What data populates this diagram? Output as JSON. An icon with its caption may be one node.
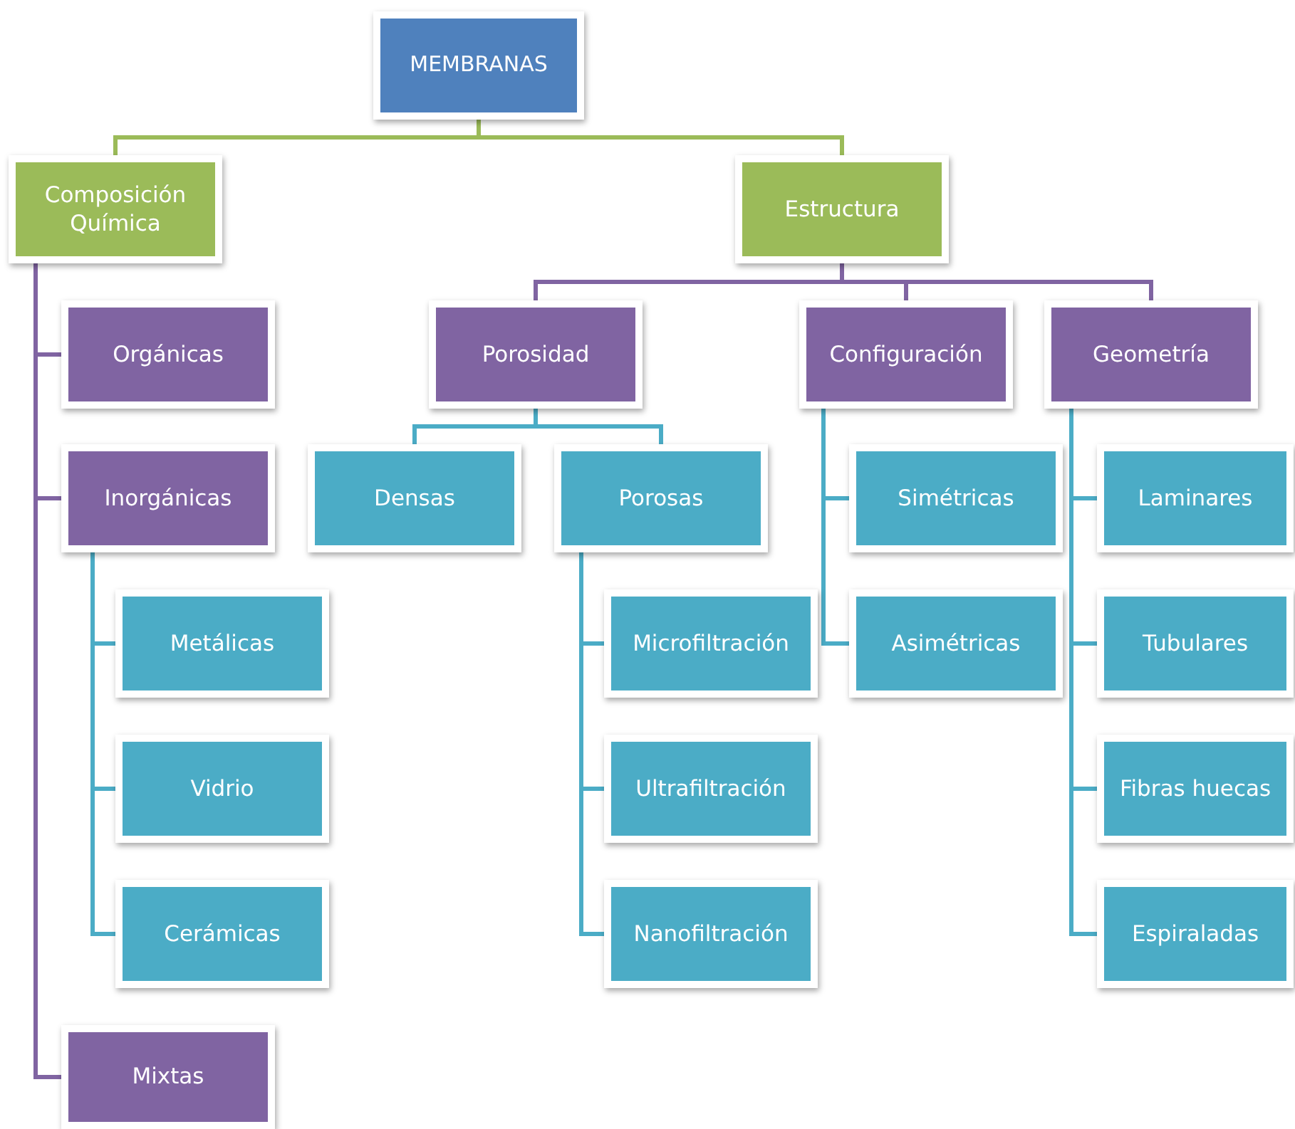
{
  "diagram": {
    "nodes": [
      {
        "text": [
          "MEMBRANAS"
        ]
      },
      {
        "text": [
          "Composición Química"
        ]
      },
      {
        "text": [
          "Estructura"
        ]
      },
      {
        "text": [
          "Orgánicas"
        ]
      },
      {
        "text": [
          "Inorgánicas"
        ]
      },
      {
        "text": [
          "Metálicas"
        ]
      },
      {
        "text": [
          "Vidrio"
        ]
      },
      {
        "text": [
          "Cerámicas"
        ]
      },
      {
        "text": [
          "Mixtas"
        ]
      },
      {
        "text": [
          "Porosidad"
        ]
      },
      {
        "text": [
          "Configuración"
        ]
      },
      {
        "text": [
          "Geometría"
        ]
      },
      {
        "text": [
          "Densas"
        ]
      },
      {
        "text": [
          "Porosas"
        ]
      },
      {
        "text": [
          "Microfiltración"
        ]
      },
      {
        "text": [
          "Ultrafiltración"
        ]
      },
      {
        "text": [
          "Nanofiltración"
        ]
      },
      {
        "text": [
          "Simétricas"
        ]
      },
      {
        "text": [
          "Asimétricas"
        ]
      },
      {
        "text": [
          "Laminares"
        ]
      },
      {
        "text": [
          "Tubulares"
        ]
      },
      {
        "text": [
          "Fibras huecas"
        ]
      },
      {
        "text": [
          "Espiraladas"
        ]
      }
    ],
    "edges": [
      {
        "from": 0,
        "to": 1,
        "arrow": "none",
        "color": "#9bbb59"
      },
      {
        "from": 0,
        "to": 2,
        "arrow": "none",
        "color": "#9bbb59"
      },
      {
        "from": 1,
        "to": 3,
        "arrow": "none",
        "color": "#8064a2"
      },
      {
        "from": 1,
        "to": 4,
        "arrow": "none",
        "color": "#8064a2"
      },
      {
        "from": 1,
        "to": 8,
        "arrow": "none",
        "color": "#8064a2"
      },
      {
        "from": 2,
        "to": 9,
        "arrow": "none",
        "color": "#8064a2"
      },
      {
        "from": 2,
        "to": 10,
        "arrow": "none",
        "color": "#8064a2"
      },
      {
        "from": 2,
        "to": 11,
        "arrow": "none",
        "color": "#8064a2"
      },
      {
        "from": 4,
        "to": 5,
        "arrow": "none"
      },
      {
        "from": 4,
        "to": 6,
        "arrow": "none"
      },
      {
        "from": 4,
        "to": 7,
        "arrow": "none"
      },
      {
        "from": 9,
        "to": 12,
        "arrow": "none"
      },
      {
        "from": 9,
        "to": 13,
        "arrow": "none"
      },
      {
        "from": 13,
        "to": 14,
        "arrow": "none"
      },
      {
        "from": 13,
        "to": 15,
        "arrow": "none"
      },
      {
        "from": 13,
        "to": 16,
        "arrow": "none"
      },
      {
        "from": 10,
        "to": 17,
        "arrow": "none"
      },
      {
        "from": 10,
        "to": 18,
        "arrow": "none"
      },
      {
        "from": 11,
        "to": 19,
        "arrow": "none"
      },
      {
        "from": 11,
        "to": 20,
        "arrow": "none"
      },
      {
        "from": 11,
        "to": 21,
        "arrow": "none"
      },
      {
        "from": 11,
        "to": 22,
        "arrow": "none"
      }
    ]
  }
}
